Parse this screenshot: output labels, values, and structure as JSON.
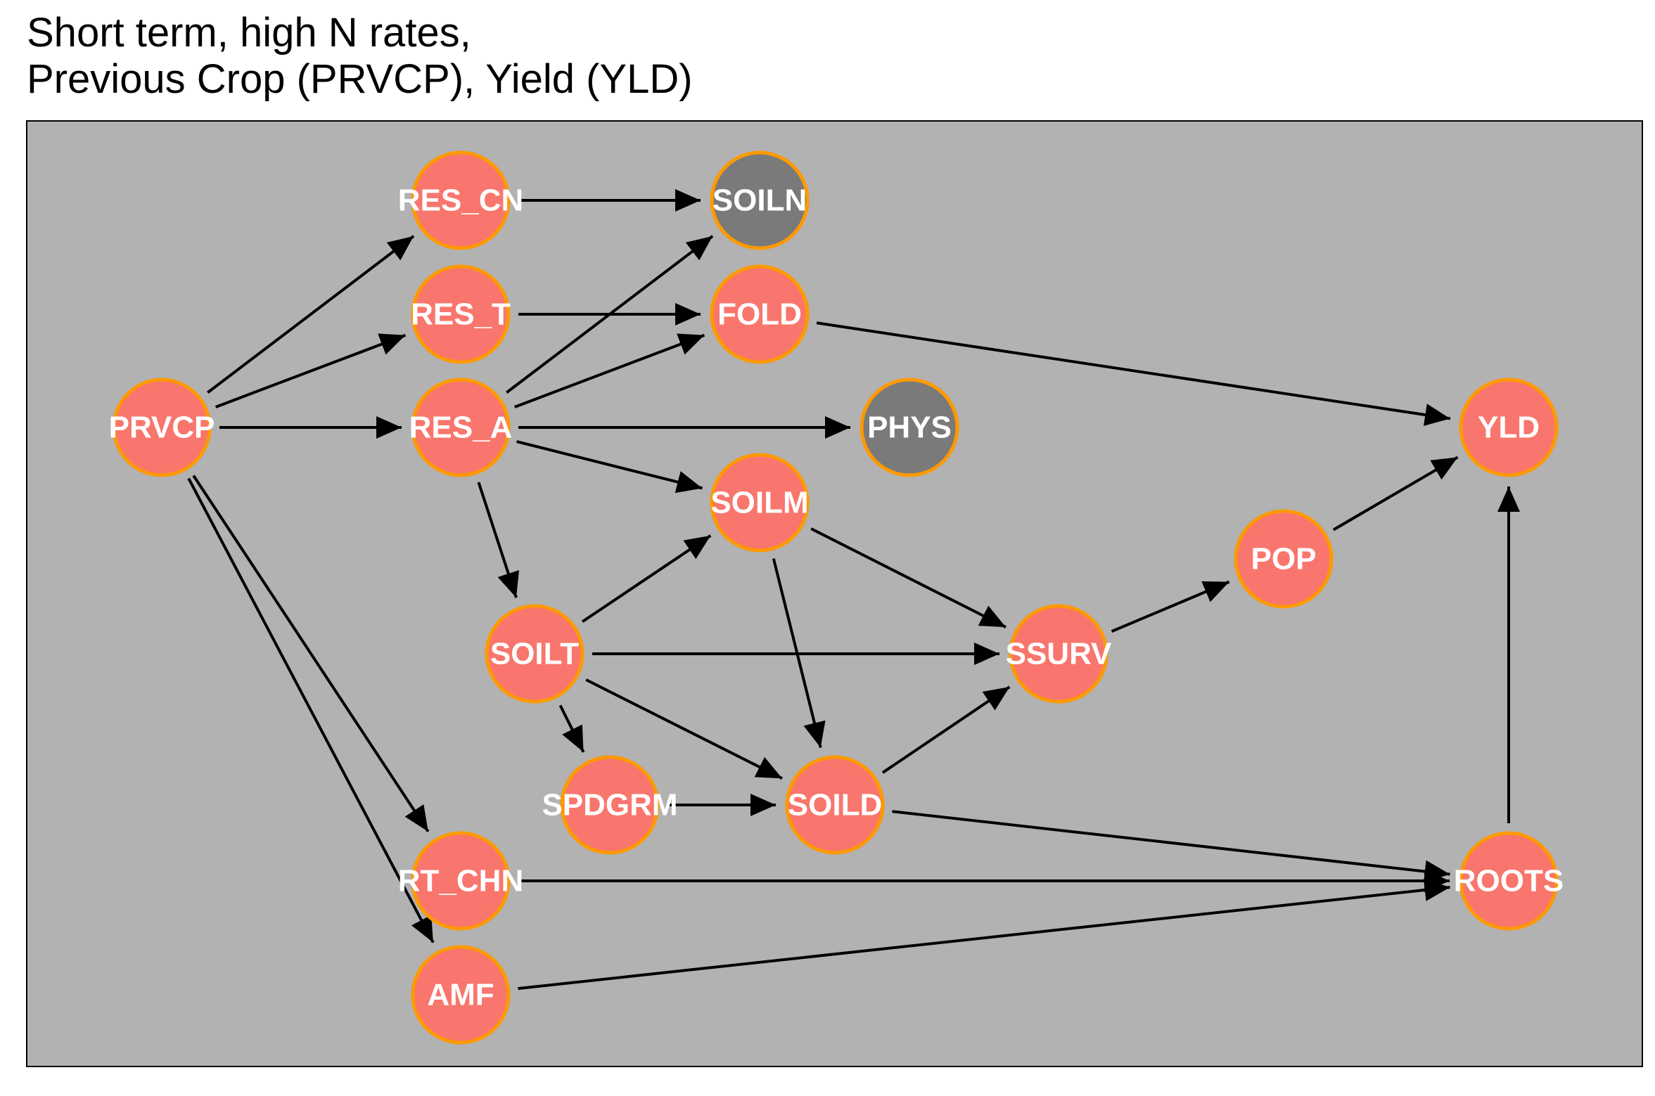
{
  "title": {
    "line1": "Short term, high N rates,",
    "line2": "Previous Crop (PRVCP), Yield (YLD)"
  },
  "colors": {
    "panel": "#b2b2b2",
    "node_fill": "#f8766d",
    "node_ring": "#ff9900",
    "grey_fill": "#7a7a7a",
    "label": "#ffffff",
    "edge": "#000000"
  },
  "nodes": [
    {
      "id": "PRVCP",
      "label": "PRVCP",
      "type": "normal"
    },
    {
      "id": "RES_CN",
      "label": "RES_CN",
      "type": "normal"
    },
    {
      "id": "RES_T",
      "label": "RES_T",
      "type": "normal"
    },
    {
      "id": "RES_A",
      "label": "RES_A",
      "type": "normal"
    },
    {
      "id": "SOILN",
      "label": "SOILN",
      "type": "grey"
    },
    {
      "id": "FOLD",
      "label": "FOLD",
      "type": "normal"
    },
    {
      "id": "PHYS",
      "label": "PHYS",
      "type": "grey"
    },
    {
      "id": "SOILM",
      "label": "SOILM",
      "type": "normal"
    },
    {
      "id": "SOILT",
      "label": "SOILT",
      "type": "normal"
    },
    {
      "id": "SPDGRM",
      "label": "SPDGRM",
      "type": "normal"
    },
    {
      "id": "SOILD",
      "label": "SOILD",
      "type": "normal"
    },
    {
      "id": "SSURV",
      "label": "SSURV",
      "type": "normal"
    },
    {
      "id": "POP",
      "label": "POP",
      "type": "normal"
    },
    {
      "id": "YLD",
      "label": "YLD",
      "type": "normal"
    },
    {
      "id": "ROOTS",
      "label": "ROOTS",
      "type": "normal"
    },
    {
      "id": "RT_CHN",
      "label": "RT_CHN",
      "type": "normal"
    },
    {
      "id": "AMF",
      "label": "AMF",
      "type": "normal"
    }
  ],
  "edges": [
    [
      "PRVCP",
      "RES_CN"
    ],
    [
      "PRVCP",
      "RES_T"
    ],
    [
      "PRVCP",
      "RES_A"
    ],
    [
      "PRVCP",
      "RT_CHN"
    ],
    [
      "PRVCP",
      "AMF"
    ],
    [
      "RES_CN",
      "SOILN"
    ],
    [
      "RES_T",
      "FOLD"
    ],
    [
      "RES_A",
      "SOILN"
    ],
    [
      "RES_A",
      "FOLD"
    ],
    [
      "RES_A",
      "PHYS"
    ],
    [
      "RES_A",
      "SOILM"
    ],
    [
      "RES_A",
      "SOILT"
    ],
    [
      "FOLD",
      "YLD"
    ],
    [
      "SOILT",
      "SOILM"
    ],
    [
      "SOILT",
      "SSURV"
    ],
    [
      "SOILT",
      "SPDGRM"
    ],
    [
      "SOILT",
      "SOILD"
    ],
    [
      "SOILM",
      "SSURV"
    ],
    [
      "SOILM",
      "SOILD"
    ],
    [
      "SPDGRM",
      "SOILD"
    ],
    [
      "SOILD",
      "SSURV"
    ],
    [
      "SOILD",
      "ROOTS"
    ],
    [
      "SSURV",
      "POP"
    ],
    [
      "POP",
      "YLD"
    ],
    [
      "ROOTS",
      "YLD"
    ],
    [
      "RT_CHN",
      "ROOTS"
    ],
    [
      "AMF",
      "ROOTS"
    ]
  ]
}
